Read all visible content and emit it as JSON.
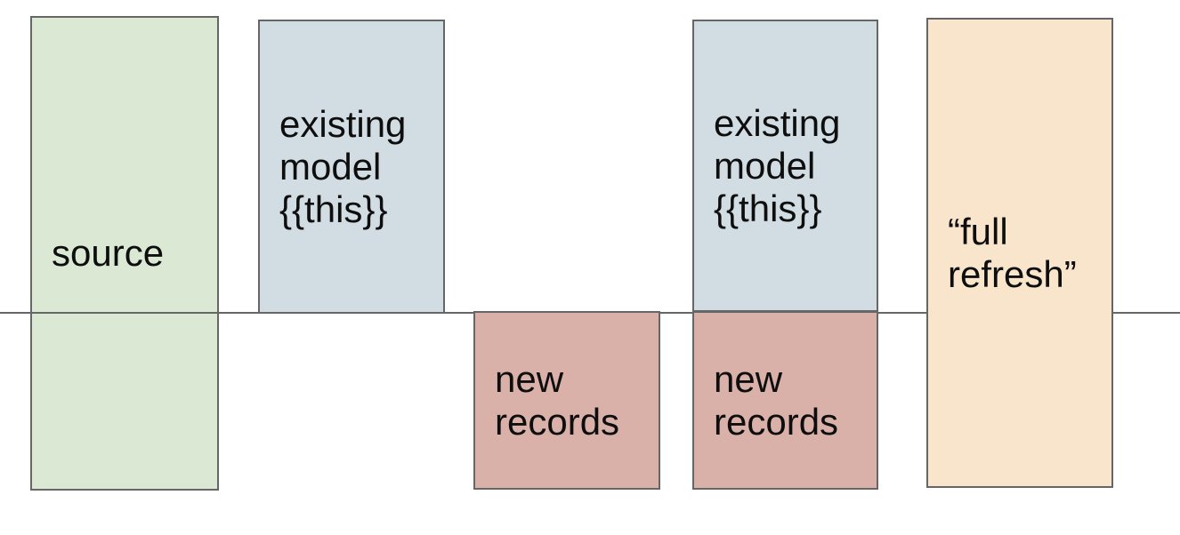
{
  "canvas": {
    "background": "#ffffff",
    "text_color": "#0e0e0e"
  },
  "divider_line": {
    "color": "#666666"
  },
  "boxes": [
    {
      "name": "source",
      "label": "source",
      "fill": "#dbe8d4",
      "border": "#666666"
    },
    {
      "name": "existing-model-1",
      "label": "existing\nmodel\n{{this}}",
      "fill": "#d1dde3",
      "border": "#666666"
    },
    {
      "name": "new-records-1",
      "label": "new\nrecords",
      "fill": "#dab1a8",
      "border": "#666666"
    },
    {
      "name": "existing-model-2",
      "label": "existing\nmodel\n{{this}}",
      "fill": "#d1dde3",
      "border": "#666666"
    },
    {
      "name": "new-records-2",
      "label": "new\nrecords",
      "fill": "#dab1a8",
      "border": "#666666"
    },
    {
      "name": "full-refresh",
      "label": "“full\nrefresh”",
      "fill": "#f8e5cc",
      "border": "#666666"
    }
  ]
}
